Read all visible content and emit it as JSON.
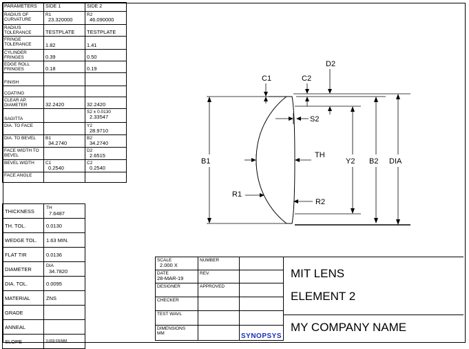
{
  "table": {
    "header": {
      "param": "PARAMETERS",
      "side1": "SIDE 1",
      "side2": "SIDE 2"
    },
    "rows": [
      {
        "label": "RADIUS OF CURVATURE",
        "s1_top": "R1",
        "s1": "23.320000",
        "s2_top": "R2",
        "s2": "46.090000"
      },
      {
        "label": "RADIUS TOLERANCE",
        "s1_top": "",
        "s1": "TESTPLATE",
        "s2_top": "",
        "s2": "TESTPLATE"
      },
      {
        "label": "FRINGE TOLERANCE",
        "s1_top": "",
        "s1": "1.82",
        "s2_top": "",
        "s2": "1.41"
      },
      {
        "label": "CYLINDER FRINGES",
        "s1_top": "",
        "s1": "0.39",
        "s2_top": "",
        "s2": "0.50"
      },
      {
        "label": "EDGE ROLL FRINGES",
        "s1_top": "",
        "s1": "0.18",
        "s2_top": "",
        "s2": "0.19"
      },
      {
        "label": "FINISH",
        "s1_top": "",
        "s1": "",
        "s2_top": "",
        "s2": ""
      },
      {
        "label": "COATING",
        "s1_top": "",
        "s1": "",
        "s2_top": "",
        "s2": ""
      },
      {
        "label": "CLEAR AP. DIAMETER",
        "s1_top": "",
        "s1": "32.2420",
        "s2_top": "",
        "s2": "32.2420"
      },
      {
        "label": "SAGITTA",
        "s1_top": "",
        "s1": "",
        "s2_top": "S2   ± 0.0130",
        "s2": "2.33547"
      },
      {
        "label": "DIA. TO FACE",
        "s1_top": "",
        "s1": "",
        "s2_top": "Y2",
        "s2": "28.9710"
      },
      {
        "label": "DIA. TO BEVEL",
        "s1_top": "B1",
        "s1": "34.2740",
        "s2_top": "B2",
        "s2": "34.2740"
      },
      {
        "label": "FACE WIDTH TO BEVEL",
        "s1_top": "",
        "s1": "",
        "s2_top": "D2",
        "s2": "2.6515"
      },
      {
        "label": "BEVEL WIDTH",
        "s1_top": "C1",
        "s1": "0.2540",
        "s2_top": "C2",
        "s2": "0.2540"
      },
      {
        "label": "FACE ANGLE",
        "s1_top": "",
        "s1": "",
        "s2_top": "",
        "s2": ""
      }
    ],
    "lower": [
      {
        "label": "THICKNESS",
        "top": "TH",
        "value": "7.6487"
      },
      {
        "label": "TH. TOL.",
        "top": "",
        "value": "0.0130"
      },
      {
        "label": "WEDGE TOL.",
        "top": "",
        "value": "1.63 MIN."
      },
      {
        "label": "FLAT TIR",
        "top": "",
        "value": "0.0136"
      },
      {
        "label": "DIAMETER",
        "top": "DIA",
        "value": "34.7820"
      },
      {
        "label": "DIA. TOL.",
        "top": "",
        "value": "0.0095"
      },
      {
        "label": "MATERIAL",
        "top": "",
        "value": "ZNS"
      },
      {
        "label": "GRADE",
        "top": "",
        "value": ""
      },
      {
        "label": "ANNEAL",
        "top": "",
        "value": ""
      },
      {
        "label": "SLOPE",
        "top": "",
        "value": "0.069 FR/MM"
      }
    ]
  },
  "drawing": {
    "labels": {
      "c1": "C1",
      "c2": "C2",
      "d2": "D2",
      "s2": "S2",
      "th": "TH",
      "b1": "B1",
      "y2": "Y2",
      "b2": "B2",
      "dia": "DIA",
      "r1": "R1",
      "r2": "R2"
    }
  },
  "title_block": {
    "scale_label": "SCALE",
    "scale_value": "2.000   X",
    "number_label": "NUMBER",
    "date_label": "DATE",
    "date_value": "28-MAR-19",
    "rev_label": "REV.",
    "designer_label": "DESIGNER",
    "approved_label": "APPROVED",
    "checker_label": "CHECKER",
    "test_wavl_label": "TEST WAVL",
    "dimensions_label": "DIMENSIONS",
    "dimensions_value": "MM",
    "logo": "SYNOPSYS",
    "title1": "MIT LENS",
    "title2": "ELEMENT 2",
    "company": "MY COMPANY NAME"
  }
}
